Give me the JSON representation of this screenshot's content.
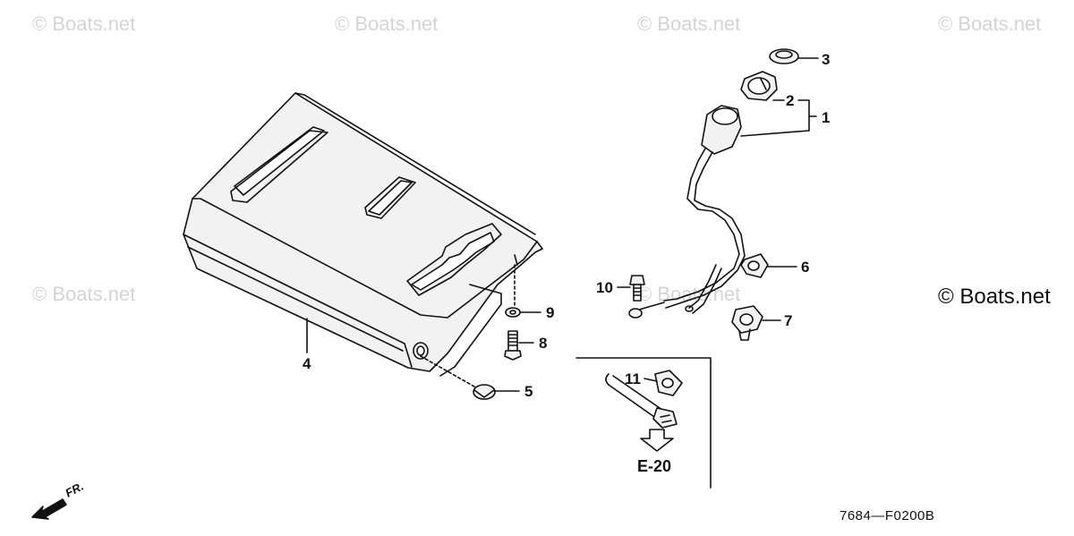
{
  "watermark": {
    "text": "© Boats.net"
  },
  "brand_label": "© Boats.net",
  "drawing_code": "7684—F0200B",
  "direction_label": "FR.",
  "section_reference": "E-20",
  "callouts": {
    "c1": "1",
    "c2": "2",
    "c3": "3",
    "c4": "4",
    "c5": "5",
    "c6": "6",
    "c7": "7",
    "c8": "8",
    "c9": "9",
    "c10": "10",
    "c11": "11"
  },
  "colors": {
    "line": "#111111",
    "watermark": "#d4d4d4",
    "part_fill": "#f0f0f0"
  }
}
